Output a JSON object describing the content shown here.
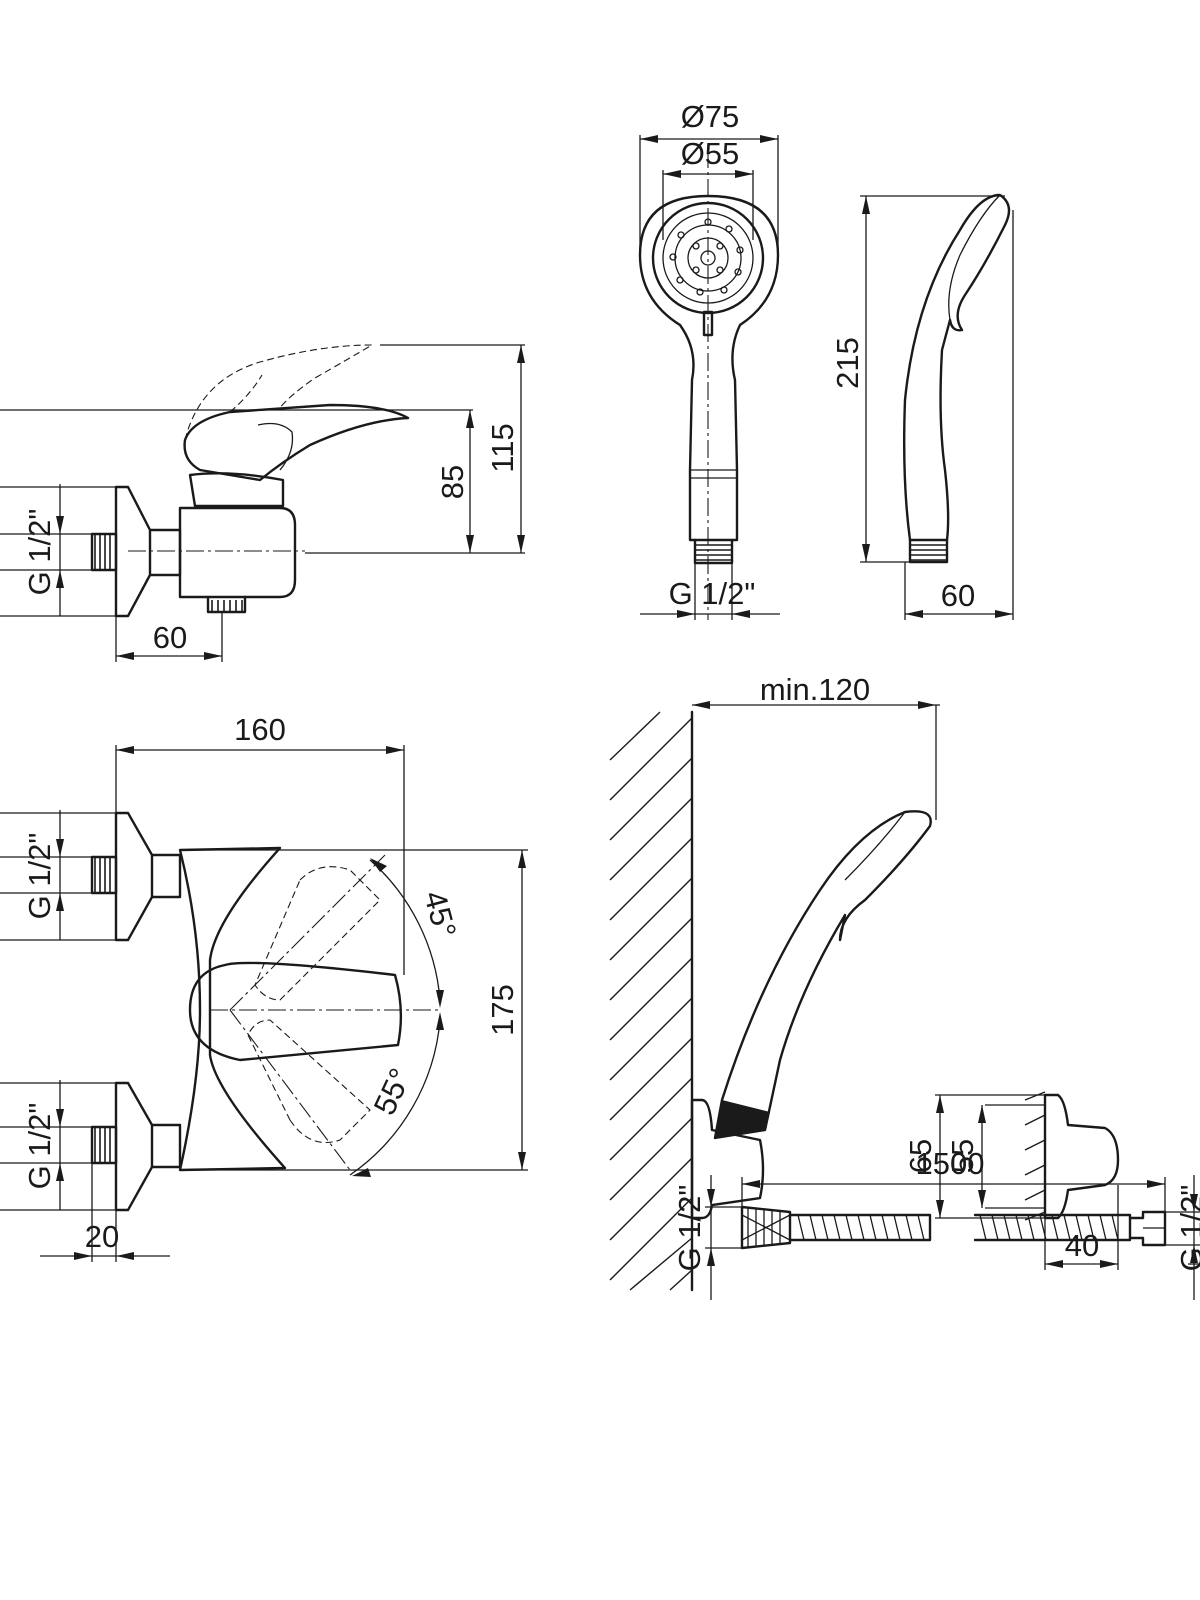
{
  "dimensions": {
    "shower_head_diameter_outer": "Ø75",
    "shower_head_diameter_inner": "Ø55",
    "shower_head_length": "215",
    "shower_head_depth": "60",
    "shower_head_thread": "G 1/2\"",
    "mixer_lever_height": "115",
    "mixer_body_height": "85",
    "mixer_side_thread": "G 1/2\"",
    "mixer_side_depth": "60",
    "mixer_front_width": "160",
    "mixer_front_height": "175",
    "mixer_angle_up": "45°",
    "mixer_angle_down": "55°",
    "mixer_front_thread_top": "G 1/2\"",
    "mixer_front_thread_bottom": "G 1/2\"",
    "mixer_front_offset": "20",
    "wall_min_distance": "min.120",
    "holder_height_outer": "65",
    "holder_height_inner": "55",
    "holder_depth": "40",
    "hose_length": "1500",
    "hose_thread_left": "G 1/2\"",
    "hose_thread_right": "G 1/2\""
  }
}
